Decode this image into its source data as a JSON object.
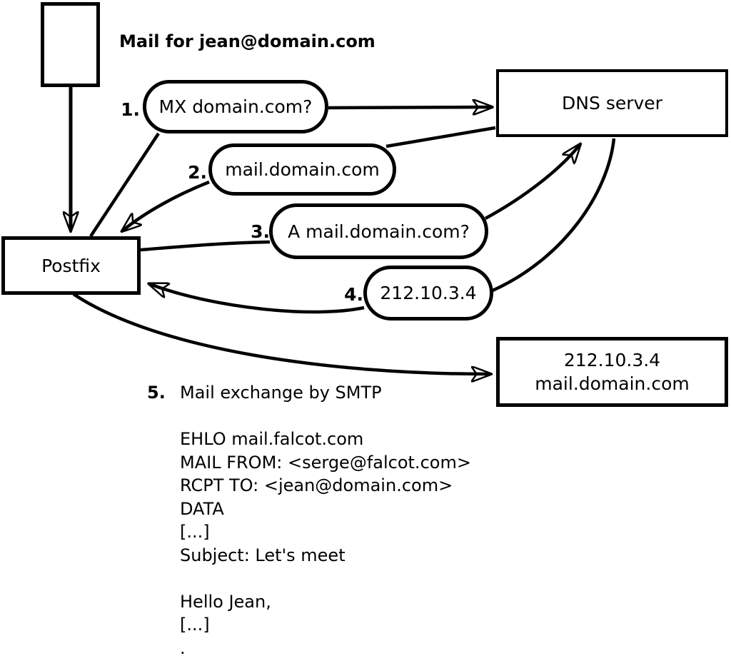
{
  "colors": {
    "ink": "#000000",
    "background": "#ffffff"
  },
  "header": {
    "title": "Mail for jean@domain.com"
  },
  "nodes": {
    "dns_server": {
      "label": "DNS server"
    },
    "postfix": {
      "label": "Postfix"
    },
    "mail_server": {
      "line1": "212.10.3.4",
      "line2": "mail.domain.com"
    }
  },
  "steps": [
    {
      "num": "1.",
      "label": "MX domain.com?"
    },
    {
      "num": "2.",
      "label": "mail.domain.com"
    },
    {
      "num": "3.",
      "label": "A mail.domain.com?"
    },
    {
      "num": "4.",
      "label": "212.10.3.4"
    },
    {
      "num": "5.",
      "label": "Mail exchange by SMTP"
    }
  ],
  "smtp": {
    "lines": [
      "EHLO mail.falcot.com",
      "MAIL FROM: <serge@falcot.com>",
      "RCPT TO: <jean@domain.com>",
      "DATA",
      "[...]",
      "Subject: Let's meet",
      "",
      "Hello Jean,",
      "[...]",
      "."
    ]
  }
}
